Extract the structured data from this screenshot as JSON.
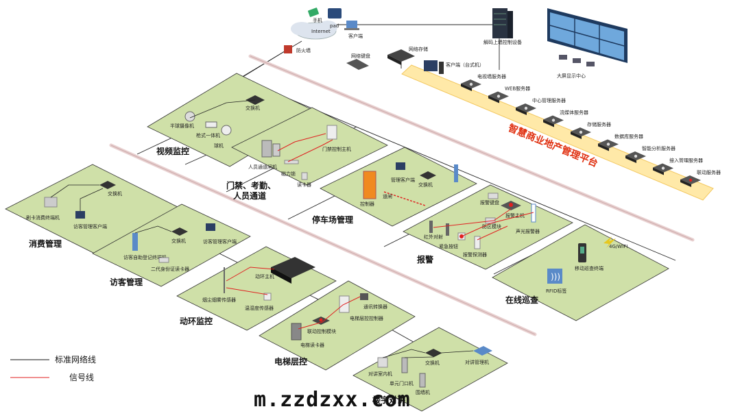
{
  "platform": {
    "banner": "智慧商业地产管理平台",
    "top_devices": {
      "phone": "手机",
      "pad": "pad",
      "client_pc": "客户端",
      "internet": "Internet",
      "firewall": "防火墙",
      "keyboard": "网络键盘",
      "storage": "网络存储",
      "desktop_client": "客户端（台式机）",
      "decoder": "解码上墙控制设备",
      "video_wall": "大屏显示中心"
    },
    "servers": [
      "电视墙服务器",
      "WEB服务器",
      "中心管理服务器",
      "流媒体服务器",
      "存储服务器",
      "数据库服务器",
      "智能分析服务器",
      "接入管理服务器",
      "联动服务器"
    ]
  },
  "panels": {
    "video": {
      "title": "视频监控",
      "labels": {
        "switch": "交换机",
        "ptz": "半球摄像机",
        "bullet": "枪式一体机",
        "dome": "球机"
      }
    },
    "access": {
      "title_line1": "门禁、考勤、",
      "title_line2": "人员通道",
      "labels": {
        "controller": "门禁控制主机",
        "gate": "人员通道闸机",
        "maglock": "磁力锁",
        "reader": "读卡器"
      }
    },
    "parking": {
      "title": "停车场管理",
      "labels": {
        "client": "管理客户端",
        "switch": "交换机",
        "gate": "道闸",
        "controller": "控制器"
      }
    },
    "alarm": {
      "title": "报警",
      "labels": {
        "keyboard": "报警键盘",
        "host": "报警主机",
        "zone": "防区模块",
        "infrared": "红外对射",
        "emergency": "紧急按钮",
        "detector": "报警探测器",
        "strobe": "声光报警器"
      }
    },
    "consume": {
      "title": "消费管理",
      "labels": {
        "switch": "交换机",
        "pos": "刷卡消费终端机",
        "client": "访客管理客户端"
      }
    },
    "visitor": {
      "title": "访客管理",
      "labels": {
        "switch": "交换机",
        "kiosk": "访客自助登记终端机",
        "idreader": "二代身份证读卡器",
        "client": "访客管理客户端"
      }
    },
    "env": {
      "title": "动环监控",
      "labels": {
        "host": "动环主机",
        "smoke": "烟尘烟雾传感器",
        "temp": "温湿度传感器"
      }
    },
    "elevator": {
      "title": "电梯层控",
      "labels": {
        "converter": "通讯转换器",
        "controller": "电梯层控控制器",
        "linkage": "联动控制模块",
        "reader": "电梯读卡器"
      }
    },
    "intercom": {
      "title": "楼宇对讲",
      "labels": {
        "switch": "交换机",
        "mgr": "对讲管理机",
        "indoor": "对讲室内机",
        "door": "单元门口机",
        "fence": "围墙机"
      }
    },
    "patrol": {
      "title": "在线巡查",
      "labels": {
        "wifi": "4G/WIFI",
        "terminal": "移动巡查终端",
        "rfid": "RFID标签"
      }
    }
  },
  "legend": {
    "network": "标准网络线",
    "signal": "信号线",
    "colors": {
      "network": "#111111",
      "signal": "#e02020"
    }
  },
  "watermark": "m.zzdzxx.com"
}
